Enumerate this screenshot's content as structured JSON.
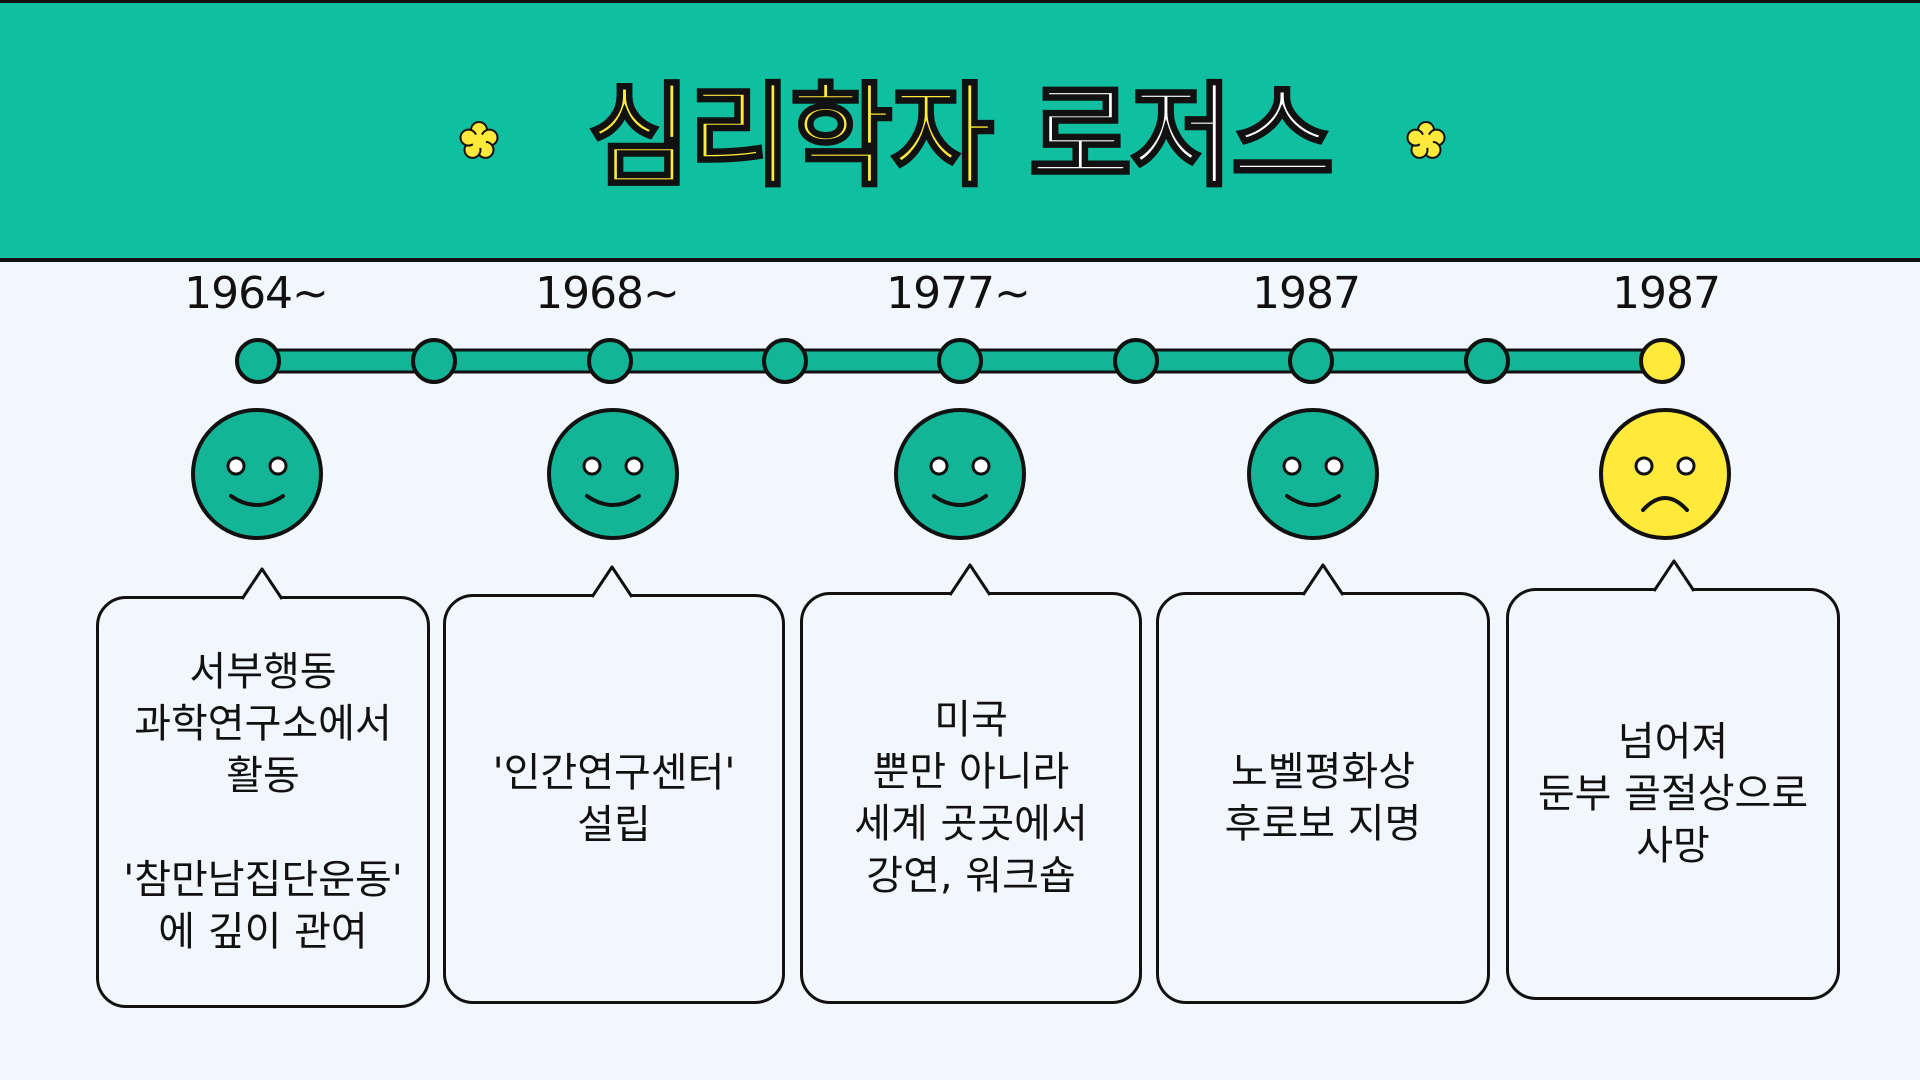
{
  "title": {
    "part1": "심리학자",
    "part2": "로저스"
  },
  "colors": {
    "header_bg": "#10bfa0",
    "node_green": "#13b596",
    "node_yellow": "#ffe93a",
    "title_yellow": "#ffe93a",
    "background": "#f2f7fd",
    "outline": "#111111"
  },
  "events": [
    {
      "year": "1964~",
      "mood": "happy",
      "text": "서부행동\n과학연구소에서\n활동\n\n'참만남집단운동'\n에 깊이 관여"
    },
    {
      "year": "1968~",
      "mood": "happy",
      "text": "'인간연구센터'\n설립"
    },
    {
      "year": "1977~",
      "mood": "happy",
      "text": "미국\n뿐만 아니라\n세계 곳곳에서\n강연, 워크숍"
    },
    {
      "year": "1987",
      "mood": "happy",
      "text": "노벨평화상\n후로보 지명"
    },
    {
      "year": "1987",
      "mood": "sad",
      "text": "넘어져\n둔부 골절상으로\n사망"
    }
  ]
}
